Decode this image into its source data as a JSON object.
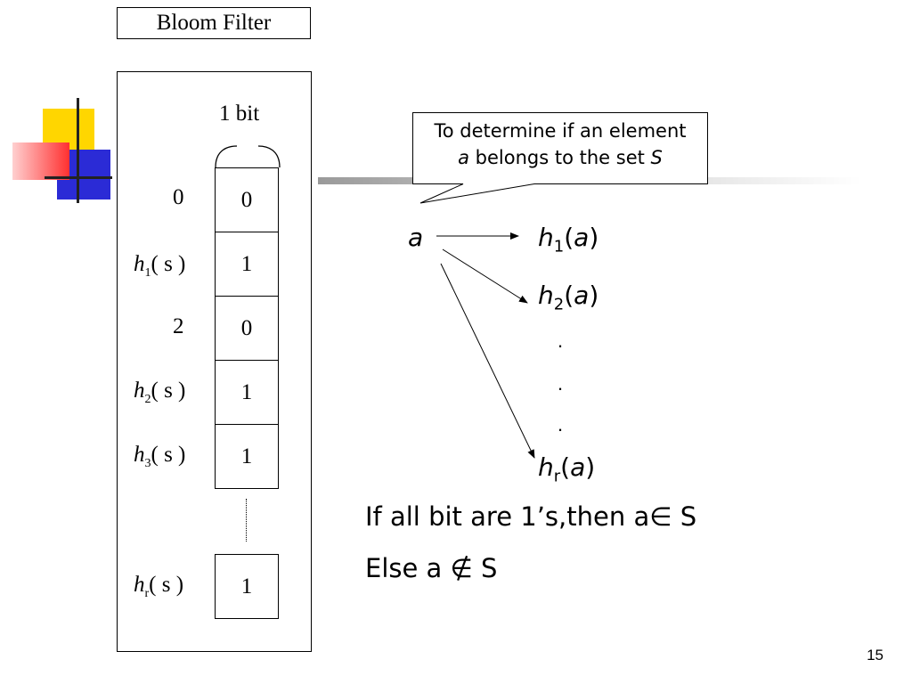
{
  "title": "Bloom Filter",
  "bit_width_label": "1 bit",
  "rows": [
    {
      "label": "0",
      "label_main": "",
      "label_sub": "",
      "label_arg": "",
      "bit": "0"
    },
    {
      "label": "",
      "label_main": "h",
      "label_sub": "1",
      "label_arg": "( s )",
      "bit": "1"
    },
    {
      "label": "2",
      "label_main": "",
      "label_sub": "",
      "label_arg": "",
      "bit": "0"
    },
    {
      "label": "",
      "label_main": "h",
      "label_sub": "2",
      "label_arg": "( s )",
      "bit": "1"
    },
    {
      "label": "",
      "label_main": "h",
      "label_sub": "3",
      "label_arg": "( s )",
      "bit": "1"
    },
    {
      "label": "",
      "label_main": "h",
      "label_sub": "r",
      "label_arg": "( s )",
      "bit": "1"
    }
  ],
  "callout": {
    "line1": "To determine if an element",
    "line2_var": "a",
    "line2_text": " belongs to the set ",
    "line2_set": "S"
  },
  "input_var": "a",
  "hashes": [
    {
      "fn": "h",
      "sub": "1",
      "open": "(",
      "arg": "a",
      "close": ")"
    },
    {
      "fn": "h",
      "sub": "2",
      "open": "(",
      "arg": "a",
      "close": ")"
    },
    {
      "fn": "h",
      "sub": "r",
      "open": "(",
      "arg": "a",
      "close": ")"
    }
  ],
  "ellipsis_dot": ".",
  "statement_all": "If all bit are 1’s,then a∈ S",
  "statement_else_prefix": "Else a ",
  "statement_else_symbol": "∉",
  "statement_else_suffix": " S",
  "page_number": "15",
  "colors": {
    "yellow": "#ffd700",
    "red": "#ff3333",
    "blue": "#2b2bd6"
  }
}
